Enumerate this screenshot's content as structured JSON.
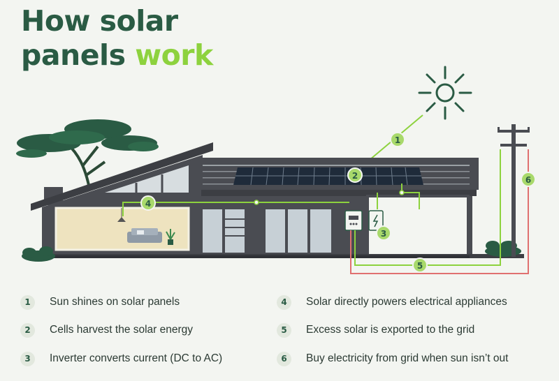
{
  "title": {
    "line1": "How solar",
    "line2_part1": "panels ",
    "line2_accent": "work"
  },
  "colors": {
    "title": "#2a5b44",
    "accent": "#8dd23e",
    "house": "#4a4c52",
    "roof": "#3c3e43",
    "grid_line": "#e07070",
    "marker": "#a8d96b"
  },
  "markers": [
    "1",
    "2",
    "3",
    "4",
    "5",
    "6"
  ],
  "legend": [
    {
      "num": "1",
      "text": "Sun shines on solar panels"
    },
    {
      "num": "2",
      "text": "Cells harvest the solar energy"
    },
    {
      "num": "3",
      "text": "Inverter converts current (DC to AC)"
    },
    {
      "num": "4",
      "text": "Solar directly powers electrical appliances"
    },
    {
      "num": "5",
      "text": "Excess solar is exported to the grid"
    },
    {
      "num": "6",
      "text": "Buy electricity from grid when sun isn’t out"
    }
  ]
}
